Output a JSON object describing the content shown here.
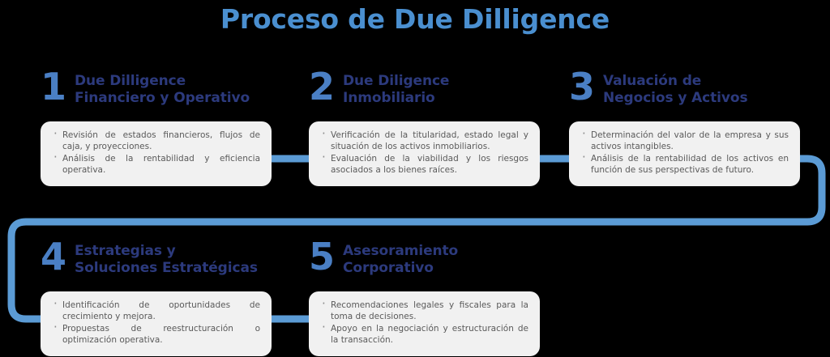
{
  "title": "Proceso de Due Dilligence",
  "colors": {
    "background": "#000000",
    "title": "#4a8fd0",
    "number": "#4a7fc4",
    "heading": "#2c3a7d",
    "connector": "#5b9bd5",
    "card_background": "#f1f1f1",
    "body_text": "#5a5a5a"
  },
  "steps": [
    {
      "number": "1",
      "title_line1": "Due Dilligence",
      "title_line2": "Financiero y Operativo",
      "bullets": [
        "Revisión de estados financieros, flujos de caja, y proyecciones.",
        "Análisis de la rentabilidad y eficiencia operativa."
      ]
    },
    {
      "number": "2",
      "title_line1": "Due Diligence",
      "title_line2": "Inmobiliario",
      "bullets": [
        "Verificación de la titularidad, estado legal y situación de los activos inmobiliarios.",
        "Evaluación de la viabilidad y los riesgos asociados a los bienes raíces."
      ]
    },
    {
      "number": "3",
      "title_line1": "Valuación de",
      "title_line2": "Negocios y Activos",
      "bullets": [
        "Determinación del valor de la empresa y sus activos intangibles.",
        "Análisis de la rentabilidad de los activos en función de sus perspectivas de futuro."
      ]
    },
    {
      "number": "4",
      "title_line1": "Estrategias y",
      "title_line2": "Soluciones Estratégicas",
      "bullets": [
        "Identificación de oportunidades de crecimiento y mejora.",
        "Propuestas de reestructuración o optimización operativa."
      ]
    },
    {
      "number": "5",
      "title_line1": "Asesoramiento",
      "title_line2": "Corporativo",
      "bullets": [
        "Recomendaciones legales y fiscales para la toma de decisiones.",
        "Apoyo en la negociación y estructuración de la transacción."
      ]
    }
  ]
}
